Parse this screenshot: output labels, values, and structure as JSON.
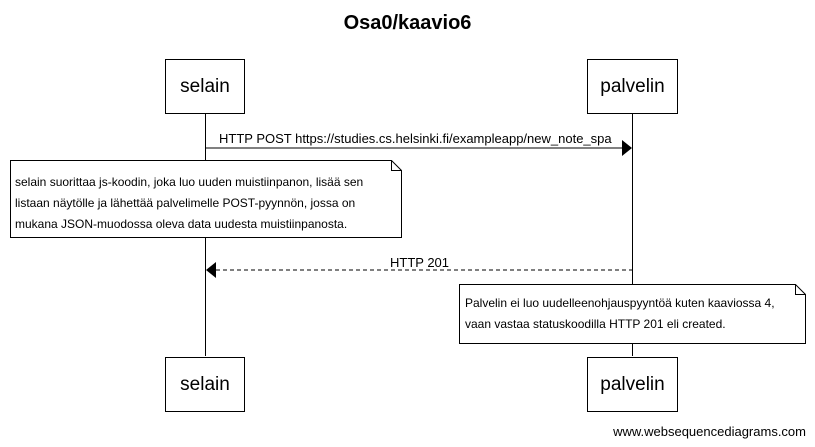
{
  "diagram": {
    "title": "Osa0/kaavio6",
    "participants": [
      {
        "id": "selain",
        "label": "selain"
      },
      {
        "id": "palvelin",
        "label": "palvelin"
      }
    ],
    "messages": [
      {
        "from": "selain",
        "to": "palvelin",
        "label": "HTTP POST https://studies.cs.helsinki.fi/exampleapp/new_note_spa",
        "style": "solid"
      },
      {
        "from": "palvelin",
        "to": "selain",
        "label": "HTTP 201",
        "style": "dashed"
      }
    ],
    "notes": [
      {
        "over": "selain",
        "text": "selain suorittaa js-koodin, joka luo uuden muistiinpanon, lisää sen\nlistaan näytölle ja lähettää palvelimelle POST-pyynnön, jossa on\nmukana JSON-muodossa oleva data uudesta muistiinpanosta."
      },
      {
        "over": "palvelin",
        "text": "Palvelin ei luo uudelleenohjauspyyntöä kuten kaaviossa 4,\nvaan vastaa statuskoodilla HTTP 201 eli created."
      }
    ],
    "footer": "www.websequencediagrams.com"
  }
}
